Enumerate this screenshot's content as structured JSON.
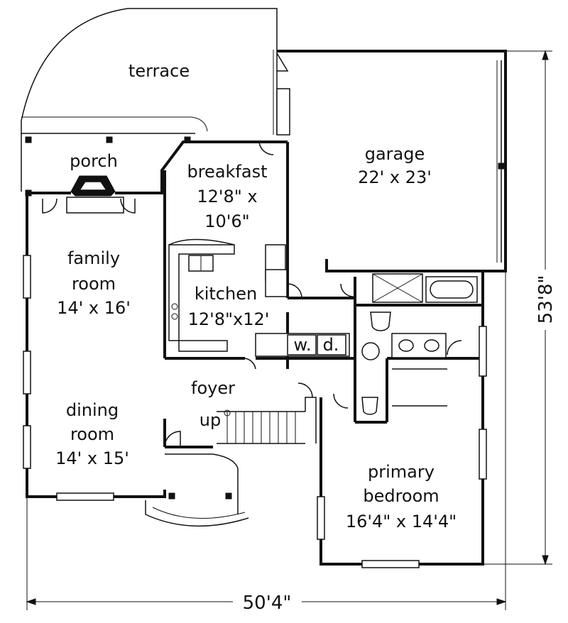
{
  "rooms": {
    "terrace": {
      "name": "terrace"
    },
    "porch": {
      "name": "porch"
    },
    "breakfast": {
      "name": "breakfast",
      "size_line1": "12'8\" x",
      "size_line2": "10'6\""
    },
    "garage": {
      "name": "garage",
      "size": "22' x 23'"
    },
    "family_room": {
      "name_line1": "family",
      "name_line2": "room",
      "size": "14' x 16'"
    },
    "kitchen": {
      "name": "kitchen",
      "size": "12'8\"x12'"
    },
    "foyer": {
      "name": "foyer"
    },
    "stair": {
      "label": "up"
    },
    "dining_room": {
      "name_line1": "dining",
      "name_line2": "room",
      "size": "14' x 15'"
    },
    "primary_bedroom": {
      "name_line1": "primary",
      "name_line2": "bedroom",
      "size": "16'4\" x 14'4\""
    },
    "laundry": {
      "washer": "w.",
      "dryer": "d."
    }
  },
  "dimensions": {
    "width": "50'4\"",
    "depth": "53'8\""
  }
}
